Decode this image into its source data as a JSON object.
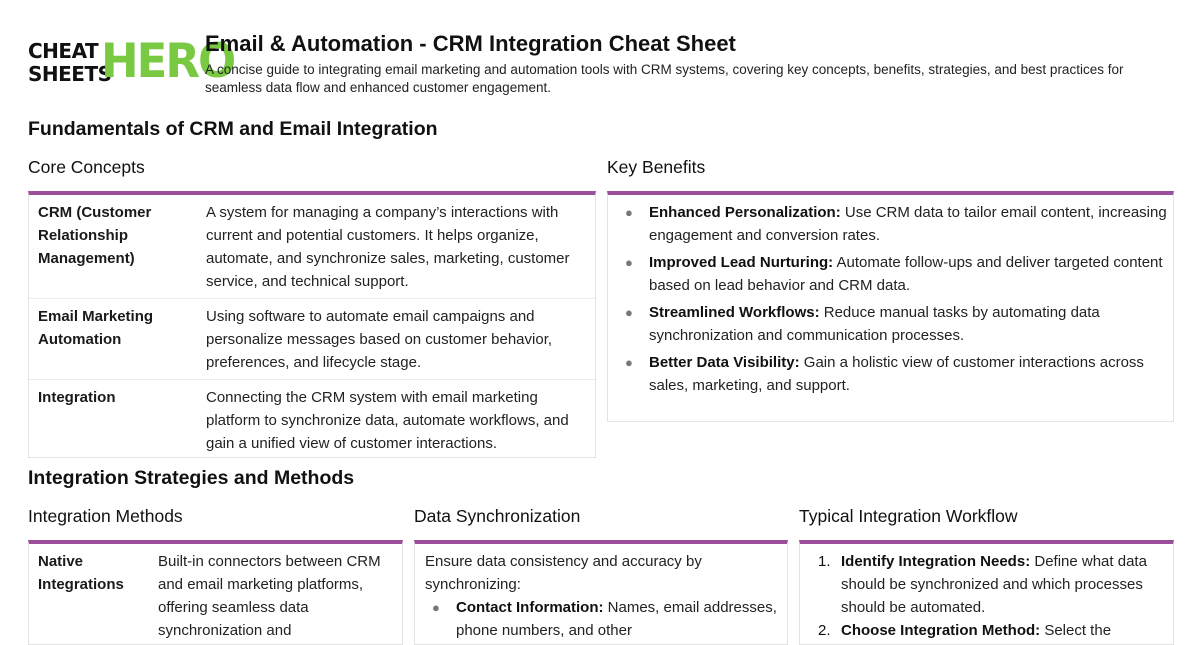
{
  "logo": {
    "word1": "CHEAT",
    "word2": "SHEETS",
    "word3": "HERO"
  },
  "header": {
    "title": "Email & Automation - CRM Integration Cheat Sheet",
    "subtitle": "A concise guide to integrating email marketing and automation tools with CRM systems, covering key concepts, benefits, strategies, and best practices for seamless data flow and enhanced customer engagement."
  },
  "section1": {
    "title": "Fundamentals of CRM and Email Integration",
    "core_concepts": {
      "title": "Core Concepts",
      "rows": [
        {
          "term": "CRM (Customer Relationship Management)",
          "def": "A system for managing a company’s interactions with current and potential customers. It helps organize, automate, and synchronize sales, marketing, customer service, and technical support."
        },
        {
          "term": "Email Marketing Automation",
          "def": "Using software to automate email campaigns and personalize messages based on customer behavior, preferences, and lifecycle stage."
        },
        {
          "term": "Integration",
          "def": "Connecting the CRM system with email marketing platform to synchronize data, automate workflows, and gain a unified view of customer interactions."
        }
      ]
    },
    "key_benefits": {
      "title": "Key Benefits",
      "items": [
        {
          "bold": "Enhanced Personalization:",
          "text": " Use CRM data to tailor email content, increasing engagement and conversion rates."
        },
        {
          "bold": "Improved Lead Nurturing:",
          "text": " Automate follow-ups and deliver targeted content based on lead behavior and CRM data."
        },
        {
          "bold": "Streamlined Workflows:",
          "text": " Reduce manual tasks by automating data synchronization and communication processes."
        },
        {
          "bold": "Better Data Visibility:",
          "text": " Gain a holistic view of customer interactions across sales, marketing, and support."
        }
      ]
    }
  },
  "section2": {
    "title": "Integration Strategies and Methods",
    "methods": {
      "title": "Integration Methods",
      "rows": [
        {
          "term": "Native Integrations",
          "def": "Built-in connectors between CRM and email marketing platforms, offering seamless data synchronization and"
        }
      ]
    },
    "sync": {
      "title": "Data Synchronization",
      "intro": "Ensure data consistency and accuracy by synchronizing:",
      "items": [
        {
          "bold": "Contact Information:",
          "text": " Names, email addresses, phone numbers, and other"
        }
      ]
    },
    "workflow": {
      "title": "Typical Integration Workflow",
      "steps": [
        {
          "num": "1.",
          "bold": "Identify Integration Needs:",
          "text": " Define what data should be synchronized and which processes should be automated."
        },
        {
          "num": "2.",
          "bold": "Choose Integration Method:",
          "text": " Select the"
        }
      ]
    }
  }
}
